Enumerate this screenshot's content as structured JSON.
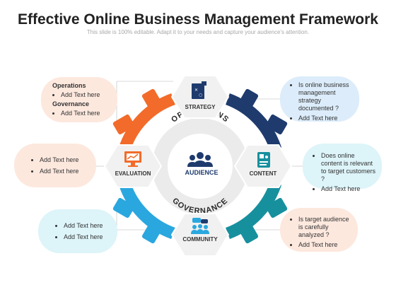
{
  "title": "Effective Online Business Management Framework",
  "subtitle": "This slide is 100% editable. Adapt it to your needs and capture your audience's attention.",
  "center": {
    "label": "AUDIENCE",
    "ring_top": "OPERATIONS",
    "ring_bottom": "GOVERNANCE"
  },
  "hexes": {
    "strategy": "STRATEGY",
    "content": "CONTENT",
    "community": "COMMUNITY",
    "evaluation": "EVALUATION"
  },
  "bubbles": {
    "top_left": {
      "heading1": "Operations",
      "items1": [
        "Add Text here"
      ],
      "heading2": "Governance",
      "items2": [
        "Add Text here"
      ]
    },
    "mid_left": {
      "items": [
        "Add Text here",
        "Add Text here"
      ]
    },
    "bottom_left": {
      "items": [
        "Add Text here",
        "Add Text here"
      ]
    },
    "top_right": {
      "items": [
        "Is online business management strategy documented ?",
        "Add Text here"
      ]
    },
    "mid_right": {
      "items": [
        "Does online content is relevant to target customers ?",
        "Add Text here"
      ]
    },
    "bottom_right": {
      "items": [
        "Is target audience is carefully analyzed ?",
        "Add Text here"
      ]
    }
  },
  "colors": {
    "orange": "#f26b2a",
    "navy": "#1f3b6e",
    "teal": "#17909e",
    "sky": "#2aa7df",
    "hex_fill": "#f1f1f1"
  }
}
